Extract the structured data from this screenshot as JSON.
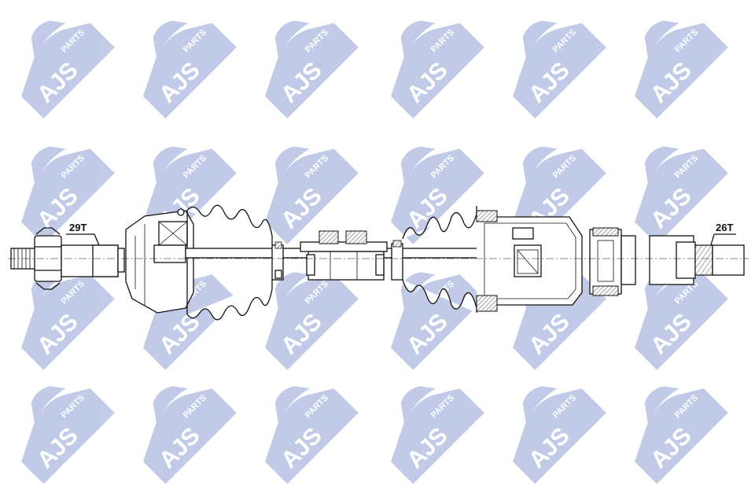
{
  "watermark": {
    "brand": "AJS",
    "sub": "PARTS",
    "color": "#b7c3e3"
  },
  "labels": {
    "left_teeth": "29T",
    "right_teeth": "26T"
  },
  "colors": {
    "line": "#111111",
    "background": "#ffffff",
    "boot_grey": "#e8e8e8",
    "hatch": "#777777"
  }
}
